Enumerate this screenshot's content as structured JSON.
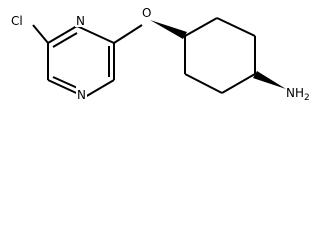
{
  "molecule": {
    "atoms": {
      "chlorine": "Cl",
      "ring_nitrogen_top": "N",
      "ring_nitrogen_bottom": "N",
      "ether_oxygen": "O",
      "amine": "NH",
      "amine_subscript": "2"
    },
    "stereo": {
      "ether_bond": "wedge",
      "amine_bond": "wedge"
    }
  }
}
